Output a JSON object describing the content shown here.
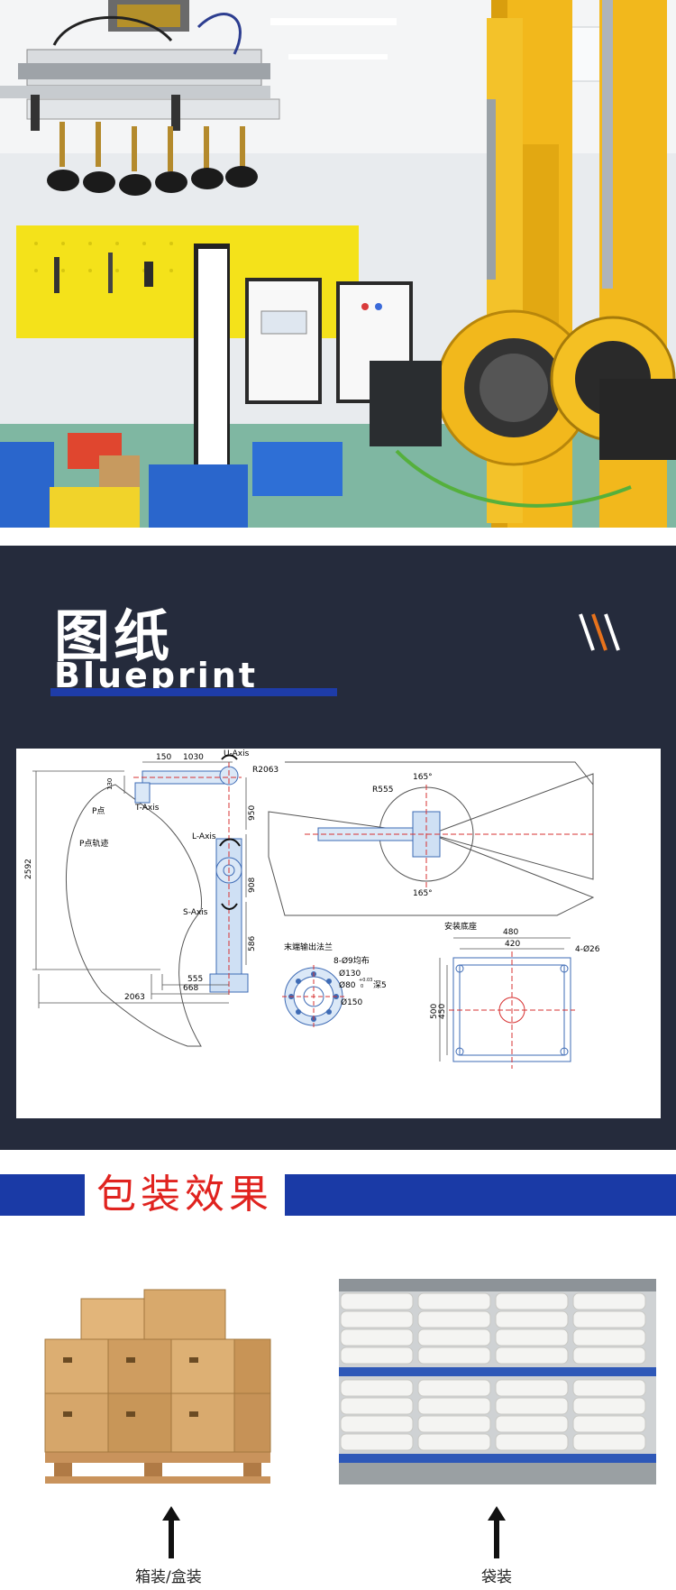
{
  "blueprint": {
    "title_cn": "图纸",
    "title_en": "Blueprint",
    "side_labels": {
      "u_axis": "U-Axis",
      "t_axis": "T-Axis",
      "l_axis": "L-Axis",
      "s_axis": "S-Axis",
      "p_point": "P点",
      "p_track": "P点轨迹"
    },
    "side_dims": {
      "d150": "150",
      "d1030": "1030",
      "d130": "130",
      "d950": "950",
      "d908": "908",
      "d586": "586",
      "d2592": "2592",
      "d555": "555",
      "d668": "668",
      "d2063": "2063"
    },
    "top_view": {
      "r2063": "R2063",
      "r555": "R555",
      "angle_top": "165°",
      "angle_bottom": "165°"
    },
    "flange": {
      "title": "末端输出法兰",
      "holes": "8-Ø9均布",
      "d130": "Ø130",
      "d80": "Ø80",
      "tol_upper": "+0.03",
      "tol_lower": "0",
      "depth": "深5",
      "d150": "Ø150"
    },
    "base": {
      "title": "安装底座",
      "w480": "480",
      "w420": "420",
      "holes": "4-Ø26",
      "h500": "500",
      "h450": "450"
    }
  },
  "packaging": {
    "title": "包装效果",
    "left_caption": "箱装/盒装",
    "right_caption": "袋装"
  },
  "colors": {
    "dark_navy": "#252b3c",
    "brand_blue": "#1a3aa6",
    "accent_red": "#e0231f",
    "robot_yellow": "#f2b81c"
  }
}
